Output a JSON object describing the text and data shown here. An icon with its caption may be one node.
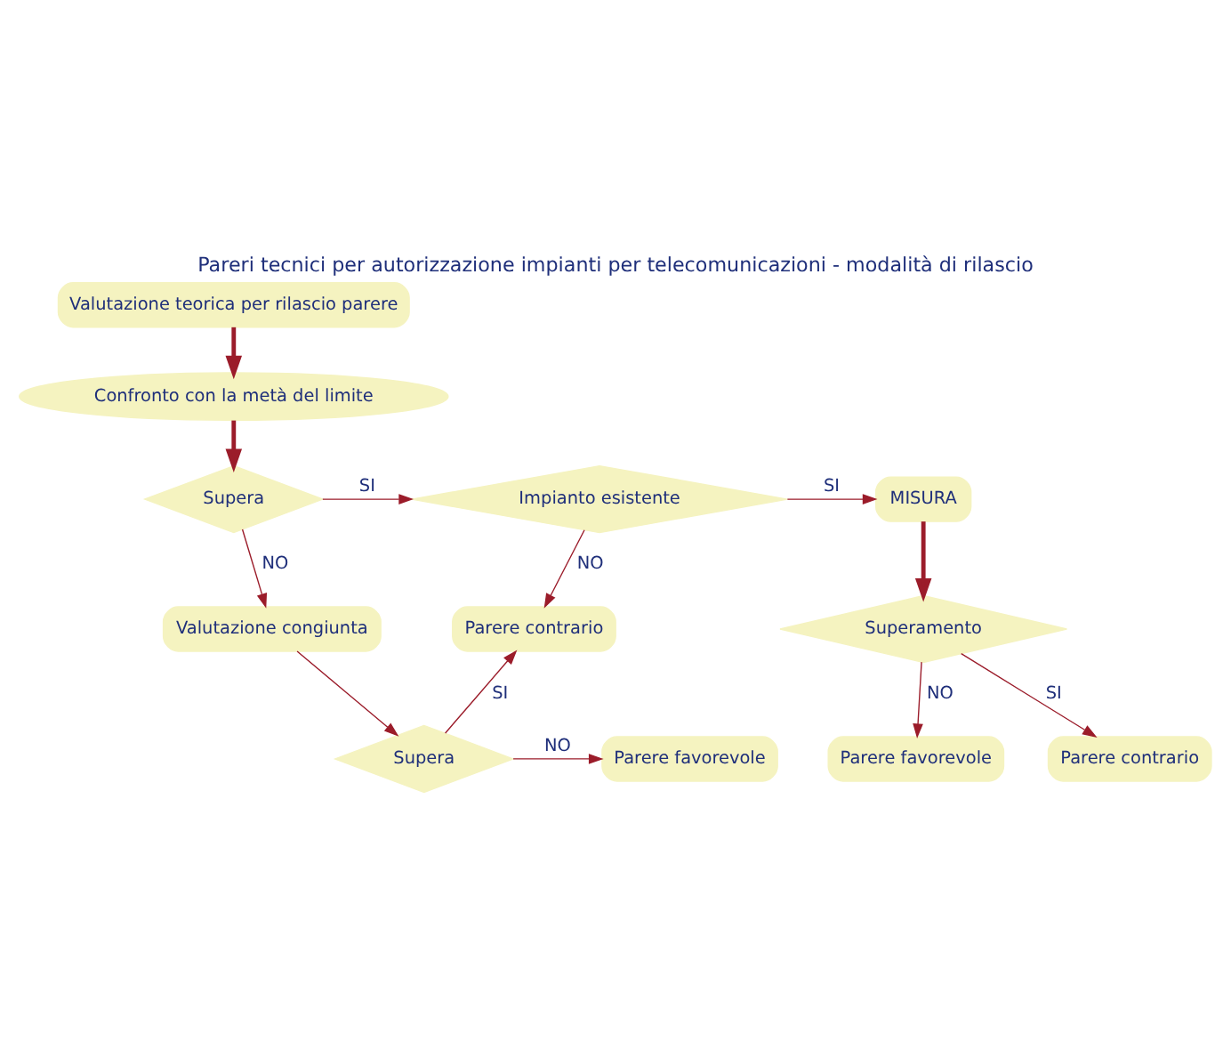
{
  "diagram": {
    "title": "Pareri tecnici per autorizzazione impianti per telecomunicazioni - modalità di rilascio",
    "nodes": [
      {
        "text": [
          "Valutazione teorica per rilascio parere"
        ]
      },
      {
        "text": [
          "Confronto con la metà del limite"
        ]
      },
      {
        "text": [
          "Supera"
        ]
      },
      {
        "text": [
          "Impianto esistente"
        ]
      },
      {
        "text": [
          "MISURA"
        ]
      },
      {
        "text": [
          "Valutazione congiunta"
        ]
      },
      {
        "text": [
          "Parere contrario"
        ]
      },
      {
        "text": [
          "Superamento"
        ]
      },
      {
        "text": [
          "Supera"
        ]
      },
      {
        "text": [
          "Parere favorevole"
        ]
      },
      {
        "text": [
          "Parere favorevole"
        ]
      },
      {
        "text": [
          "Parere contrario"
        ]
      }
    ],
    "edges": [
      {
        "from": 0,
        "to": 1,
        "arrow": "to",
        "style": "thick"
      },
      {
        "from": 1,
        "to": 2,
        "arrow": "to",
        "style": "thick"
      },
      {
        "from": 2,
        "to": 3,
        "arrow": "to",
        "label": "SI"
      },
      {
        "from": 3,
        "to": 4,
        "arrow": "to",
        "label": "SI"
      },
      {
        "from": 2,
        "to": 5,
        "arrow": "to",
        "label": "NO"
      },
      {
        "from": 3,
        "to": 6,
        "arrow": "to",
        "label": "NO"
      },
      {
        "from": 4,
        "to": 7,
        "arrow": "to",
        "style": "thick"
      },
      {
        "from": 5,
        "to": 8,
        "arrow": "to"
      },
      {
        "from": 8,
        "to": 6,
        "arrow": "to",
        "label": "SI"
      },
      {
        "from": 8,
        "to": 9,
        "arrow": "to",
        "label": "NO"
      },
      {
        "from": 7,
        "to": 10,
        "arrow": "to",
        "label": "NO"
      },
      {
        "from": 7,
        "to": 11,
        "arrow": "to",
        "label": "SI"
      }
    ]
  }
}
